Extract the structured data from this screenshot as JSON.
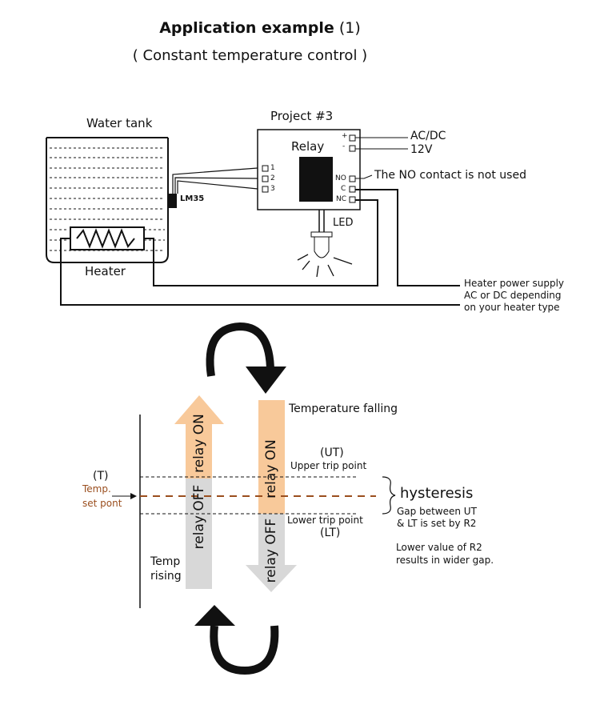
{
  "title": {
    "bold": "Application example",
    "rest": "(1)"
  },
  "subtitle": "( Constant temperature control )",
  "tank": {
    "label": "Water tank",
    "sensor": "LM35",
    "heater": "Heater"
  },
  "project": {
    "label": "Project #3",
    "relay": "Relay",
    "led": "LED",
    "sensor_pins": [
      "1",
      "2",
      "3"
    ],
    "power_pins": [
      "+",
      "-"
    ],
    "relay_pins": [
      "NO",
      "C",
      "NC"
    ]
  },
  "power": {
    "line1": "AC/DC",
    "line2": "12V"
  },
  "no_note": "The NO contact is not used",
  "heater_supply": [
    "Heater power supply",
    "AC or DC depending",
    "on your heater type"
  ],
  "hysteresis_chart": {
    "rising_arrow": {
      "on": "relay ON",
      "off": "relay OFF"
    },
    "falling_arrow": {
      "on": "relay ON",
      "off": "relay OFF"
    },
    "temp_falling": "Temperature falling",
    "temp_rising": [
      "Temp",
      "rising"
    ],
    "ut": {
      "abbr": "(UT)",
      "text": "Upper trip point"
    },
    "lt": {
      "abbr": "(LT)",
      "text": "Lower trip point"
    },
    "t": {
      "abbr": "(T)",
      "line1": "Temp.",
      "line2": "set pont"
    },
    "hysteresis": {
      "title": "hysteresis",
      "note1": "Gap between UT",
      "note2": "& LT is set by R2",
      "note3": "Lower value of R2",
      "note4": "results in wider gap."
    }
  },
  "colors": {
    "relay_on": "#f8c99a",
    "relay_off": "#d8d8d8",
    "set_point": "#9a4e1e",
    "ink": "#111111"
  }
}
